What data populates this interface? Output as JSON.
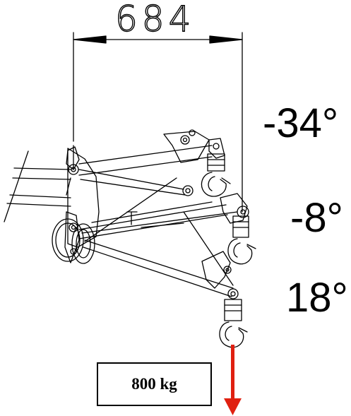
{
  "dimension": {
    "value": "684"
  },
  "angles": {
    "top": "-34°",
    "middle": "-8°",
    "bottom": "18°"
  },
  "load": {
    "label": "800 kg",
    "arrow_color": "#e02010"
  },
  "colors": {
    "line": "#000000",
    "background": "#ffffff"
  }
}
